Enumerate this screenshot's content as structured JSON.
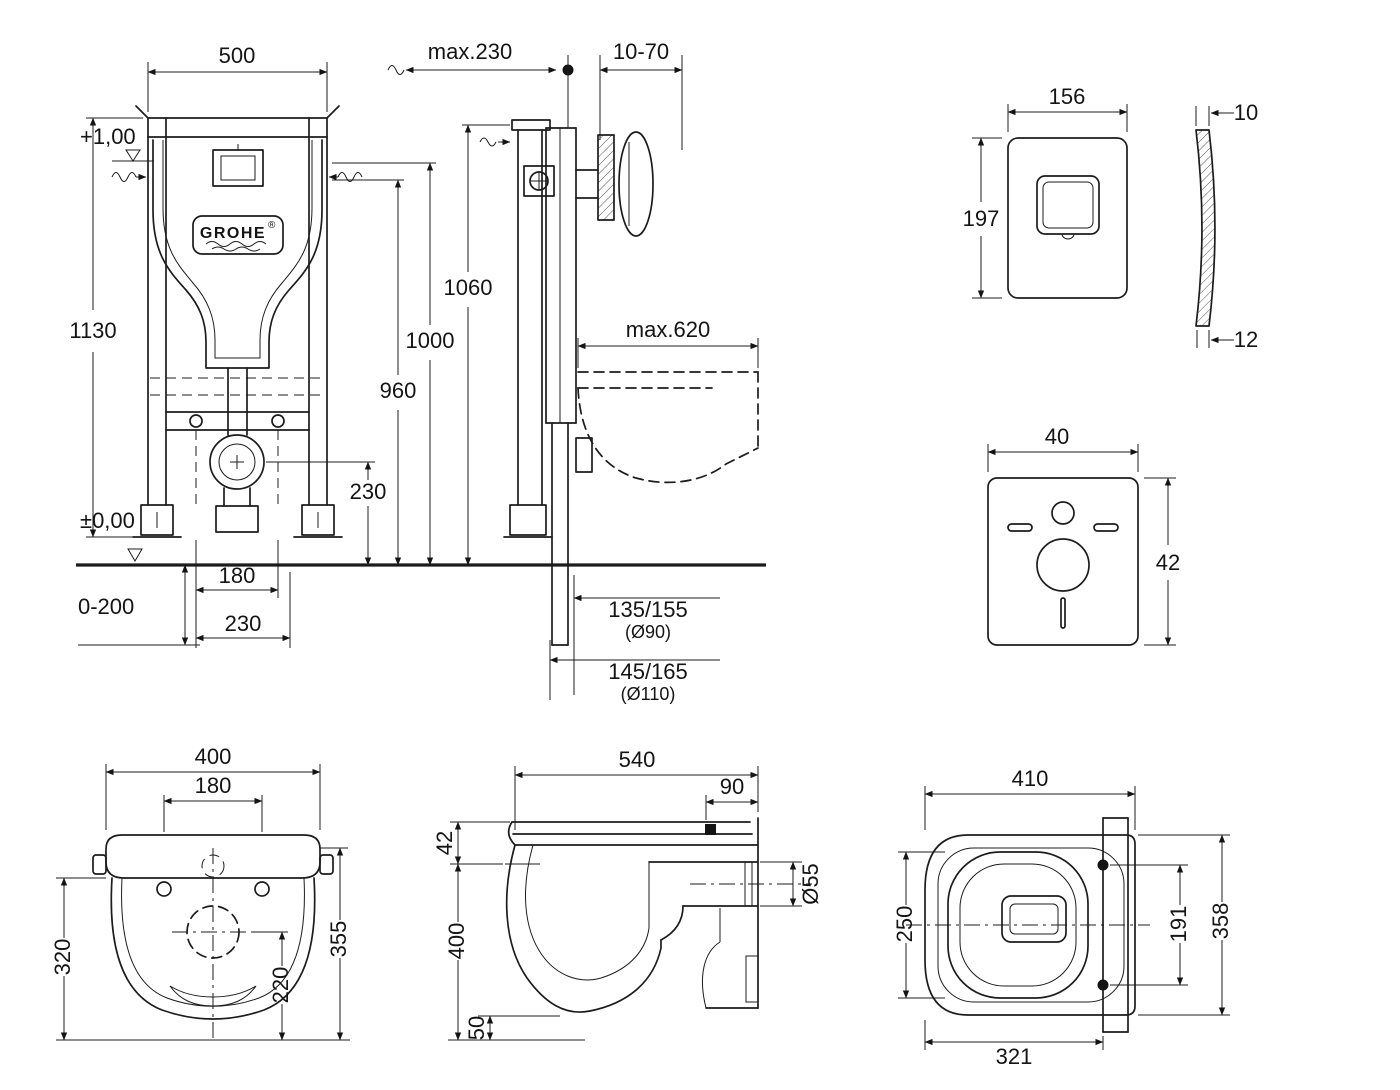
{
  "drawing": {
    "brand": {
      "logo": "GROHE",
      "registered": "®"
    },
    "frame_front": {
      "dim_width": "500",
      "dim_height": "1130",
      "level_upper": "+1,00",
      "level_floor": "±0,00",
      "dim_foot_adjust": "0-200",
      "dim_bolt_spacing": "180",
      "dim_drain_offset": "230",
      "dim_outlet_height": "230",
      "dim_flush_pipe": "960",
      "dim_plate_center": "1000"
    },
    "frame_side": {
      "dim_frame_depth": "max.230",
      "dim_plate_range": "10-70",
      "dim_frame_height": "1060",
      "dim_bowl_projection": "max.620",
      "dim_drain_a": "135/155",
      "dim_drain_a_dia": "(Ø90)",
      "dim_drain_b": "145/165",
      "dim_drain_b_dia": "(Ø110)"
    },
    "flush_plate_front": {
      "dim_width": "156",
      "dim_height": "197"
    },
    "flush_plate_side": {
      "dim_top": "10",
      "dim_bottom": "12"
    },
    "sound_insulation": {
      "dim_width": "40",
      "dim_height": "42"
    },
    "bowl_top": {
      "dim_width": "400",
      "dim_holes": "180",
      "dim_left": "320",
      "dim_right": "355",
      "dim_inner": "220"
    },
    "bowl_side": {
      "dim_depth": "540",
      "dim_outlet": "90",
      "dim_seat": "42",
      "dim_outlet_dia": "Ø55",
      "dim_height": "400",
      "dim_clearance": "50"
    },
    "seat_top": {
      "dim_depth": "410",
      "dim_opening": "250",
      "dim_bolts": "191",
      "dim_width": "358",
      "dim_mount": "321"
    }
  }
}
